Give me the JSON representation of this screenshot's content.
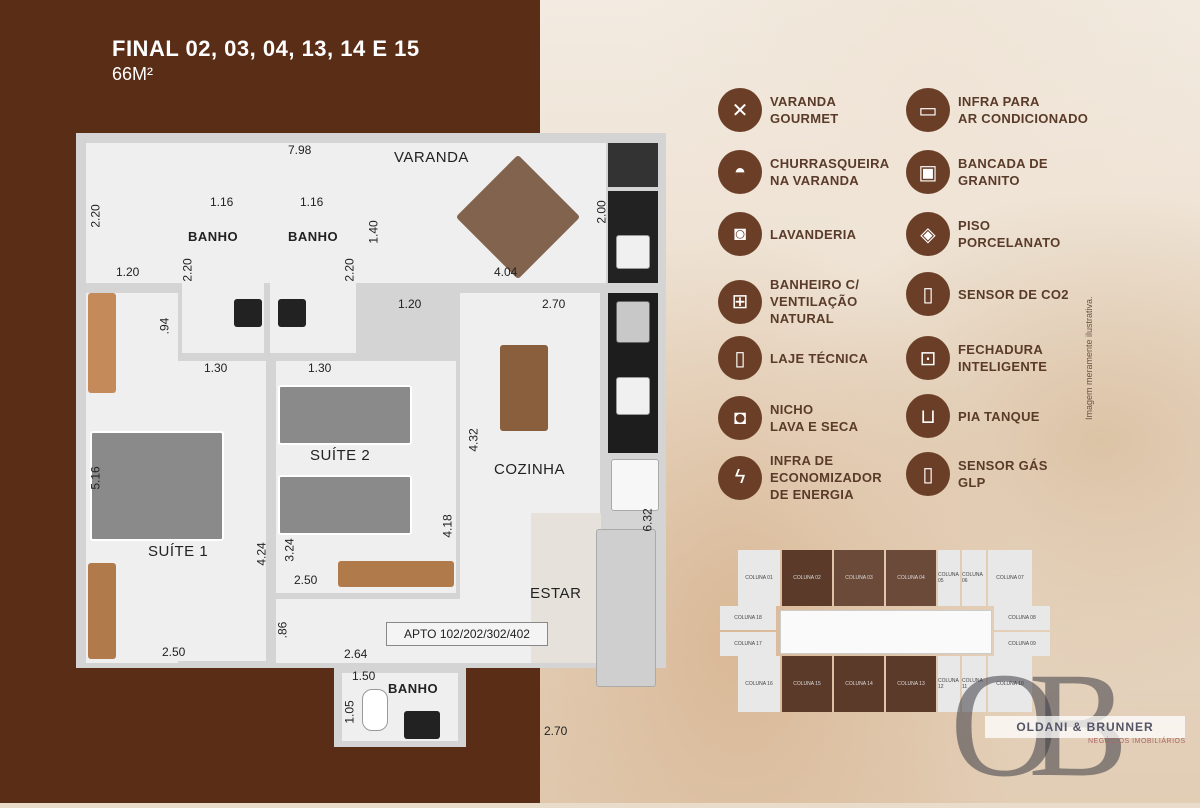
{
  "header": {
    "title": "FINAL 02, 03, 04, 13, 14 E 15",
    "area": "66M²"
  },
  "plan": {
    "rooms": {
      "varanda": "VARANDA",
      "banho1": "BANHO",
      "banho2": "BANHO",
      "banho3": "BANHO",
      "suite1": "SUÍTE 1",
      "suite2": "SUÍTE 2",
      "cozinha": "COZINHA",
      "estar": "ESTAR"
    },
    "apto": "APTO 102/202/302/402",
    "dims": {
      "d798": "7.98",
      "d220a": "2.20",
      "d116a": "1.16",
      "d116b": "1.16",
      "d140": "1.40",
      "d200": "2.00",
      "d120a": "1.20",
      "d220b": "2.20",
      "d220c": "2.20",
      "d404": "4.04",
      "d120b": "1.20",
      "d270a": "2.70",
      "d94": ".94",
      "d130a": "1.30",
      "d130b": "1.30",
      "d432": "4.32",
      "d516": "5.16",
      "d418": "4.18",
      "d632": "6.32",
      "d424": "4.24",
      "d324": "3.24",
      "d250a": "2.50",
      "d86": ".86",
      "d250b": "2.50",
      "d264": "2.64",
      "d150": "1.50",
      "d105": "1.05",
      "d270b": "2.70"
    }
  },
  "amenities": [
    {
      "label": "VARANDA\nGOURMET",
      "icon": "fork-spoon-icon",
      "glyph": "✕"
    },
    {
      "label": "INFRA PARA\nAR CONDICIONADO",
      "icon": "air-conditioner-icon",
      "glyph": "▭"
    },
    {
      "label": "CHURRASQUEIRA\nNA VARANDA",
      "icon": "grill-icon",
      "glyph": "◓"
    },
    {
      "label": "BANCADA DE\nGRANITO",
      "icon": "counter-icon",
      "glyph": "▣"
    },
    {
      "label": "LAVANDERIA",
      "icon": "washing-machine-icon",
      "glyph": "◙"
    },
    {
      "label": "PISO\nPORCELANATO",
      "icon": "tiles-icon",
      "glyph": "◈"
    },
    {
      "label": "BANHEIRO C/\nVENTILAÇÃO\nNATURAL",
      "icon": "window-icon",
      "glyph": "⊞"
    },
    {
      "label": "SENSOR DE CO2",
      "icon": "sensor-icon",
      "glyph": "▯"
    },
    {
      "label": "LAJE TÉCNICA",
      "icon": "slab-icon",
      "glyph": "▯"
    },
    {
      "label": "FECHADURA\nINTELIGENTE",
      "icon": "smart-lock-icon",
      "glyph": "⊡"
    },
    {
      "label": "NICHO\nLAVA E SECA",
      "icon": "washer-niche-icon",
      "glyph": "◘"
    },
    {
      "label": "PIA TANQUE",
      "icon": "sink-icon",
      "glyph": "⊔"
    },
    {
      "label": "INFRA DE\nECONOMIZADOR\nDE ENERGIA",
      "icon": "energy-saver-icon",
      "glyph": "ϟ"
    },
    {
      "label": "SENSOR GÁS\nGLP",
      "icon": "gas-sensor-icon",
      "glyph": "▯"
    }
  ],
  "note": "Imagem meramente ilustrativa.",
  "keymap": {
    "top": [
      "COLUNA 01",
      "COLUNA 02",
      "COLUNA 03",
      "COLUNA 04",
      "COLUNA 05",
      "COLUNA 06",
      "COLUNA 07"
    ],
    "mid_left": [
      "COLUNA 18",
      "COLUNA 17"
    ],
    "mid_right": [
      "COLUNA 08",
      "COLUNA 09"
    ],
    "bottom": [
      "COLUNA 16",
      "COLUNA 15",
      "COLUNA 14",
      "COLUNA 13",
      "COLUNA 12",
      "COLUNA 11",
      "COLUNA 10"
    ]
  },
  "logo": {
    "mark": "OB",
    "name": "OLDANI & BRUNNER",
    "sub": "NEGÓCIOS IMOBILIÁRIOS"
  },
  "colors": {
    "brown": "#5a2d17",
    "icon_bg": "#6b3f27",
    "highlight": "#5b3a2a"
  }
}
